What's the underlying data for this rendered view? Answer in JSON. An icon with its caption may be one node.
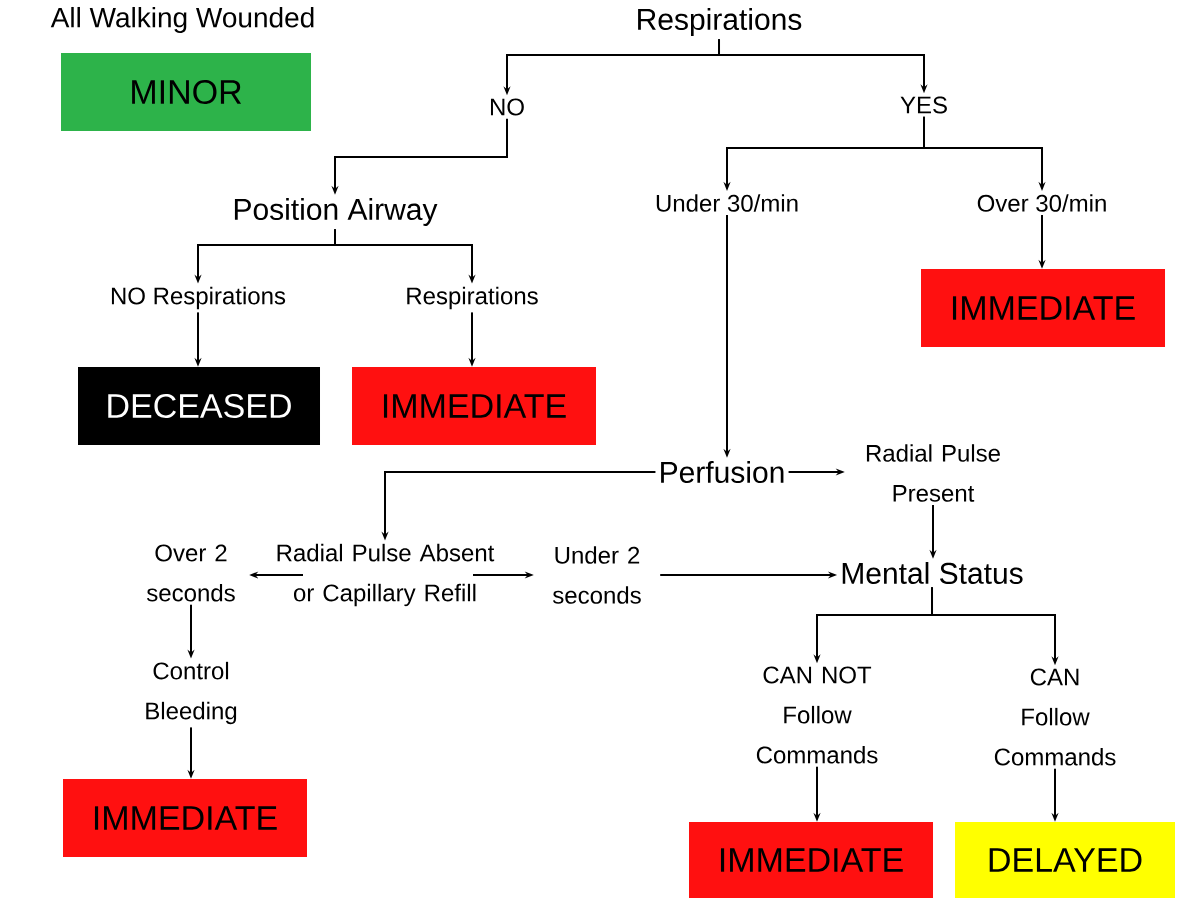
{
  "diagram": {
    "nodes": [
      {
        "text": [
          "All Walking Wounded",
          "MINOR"
        ]
      },
      {
        "text": [
          "Respirations"
        ]
      },
      {
        "text": [
          "NO"
        ]
      },
      {
        "text": [
          "YES"
        ]
      },
      {
        "text": [
          "Position Airway"
        ]
      },
      {
        "text": [
          "Under 30/min"
        ]
      },
      {
        "text": [
          "Over 30/min"
        ]
      },
      {
        "text": [
          "IMMEDIATE"
        ]
      },
      {
        "text": [
          "NO Respirations"
        ]
      },
      {
        "text": [
          "Respirations"
        ]
      },
      {
        "text": [
          "DECEASED"
        ]
      },
      {
        "text": [
          "IMMEDIATE"
        ]
      },
      {
        "text": [
          "Perfusion"
        ]
      },
      {
        "text": [
          "Radial Pulse Present"
        ]
      },
      {
        "text": [
          "Radial Pulse Absent or Capillary Refill"
        ]
      },
      {
        "text": [
          "Over 2 seconds"
        ]
      },
      {
        "text": [
          "Under 2 seconds"
        ]
      },
      {
        "text": [
          "Mental Status"
        ]
      },
      {
        "text": [
          "Control Bleeding"
        ]
      },
      {
        "text": [
          "IMMEDIATE"
        ]
      },
      {
        "text": [
          "CAN NOT Follow Commands"
        ]
      },
      {
        "text": [
          "CAN Follow Commands"
        ]
      },
      {
        "text": [
          "IMMEDIATE"
        ]
      },
      {
        "text": [
          "DELAYED"
        ]
      }
    ],
    "edges": [
      {
        "from": 1,
        "to": 2,
        "arrow": "to"
      },
      {
        "from": 1,
        "to": 3,
        "arrow": "to"
      },
      {
        "from": 2,
        "to": 4,
        "arrow": "to"
      },
      {
        "from": 3,
        "to": 5,
        "arrow": "to"
      },
      {
        "from": 3,
        "to": 6,
        "arrow": "to"
      },
      {
        "from": 6,
        "to": 7,
        "arrow": "to"
      },
      {
        "from": 4,
        "to": 8,
        "arrow": "to"
      },
      {
        "from": 4,
        "to": 9,
        "arrow": "to"
      },
      {
        "from": 8,
        "to": 10,
        "arrow": "to"
      },
      {
        "from": 9,
        "to": 11,
        "arrow": "to"
      },
      {
        "from": 5,
        "to": 12,
        "arrow": "to"
      },
      {
        "from": 12,
        "to": 14,
        "arrow": "to"
      },
      {
        "from": 12,
        "to": 13,
        "arrow": "to"
      },
      {
        "from": 13,
        "to": 17,
        "arrow": "to"
      },
      {
        "from": 14,
        "to": 15,
        "arrow": "to"
      },
      {
        "from": 14,
        "to": 16,
        "arrow": "to"
      },
      {
        "from": 16,
        "to": 17,
        "arrow": "to"
      },
      {
        "from": 15,
        "to": 18,
        "arrow": "to"
      },
      {
        "from": 18,
        "to": 19,
        "arrow": "to"
      },
      {
        "from": 17,
        "to": 20,
        "arrow": "to"
      },
      {
        "from": 17,
        "to": 21,
        "arrow": "to"
      },
      {
        "from": 20,
        "to": 22,
        "arrow": "to"
      },
      {
        "from": 21,
        "to": 23,
        "arrow": "to"
      }
    ]
  }
}
